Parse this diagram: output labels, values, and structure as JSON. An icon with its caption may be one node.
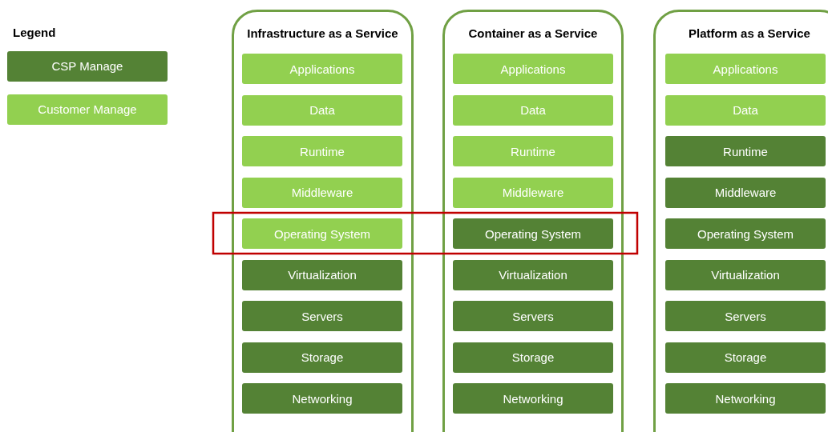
{
  "diagram": {
    "nodes": [
      {
        "text": [
          "Infrastructure as a Service"
        ]
      },
      {
        "text": [
          "Applications"
        ],
        "in": 0
      },
      {
        "text": [
          "Data"
        ],
        "in": 0
      },
      {
        "text": [
          "Runtime"
        ],
        "in": 0
      },
      {
        "text": [
          "Middleware"
        ],
        "in": 0
      },
      {
        "text": [
          "Operating System"
        ],
        "in": 0
      },
      {
        "text": [
          "Virtualization"
        ],
        "in": 0
      },
      {
        "text": [
          "Servers"
        ],
        "in": 0
      },
      {
        "text": [
          "Storage"
        ],
        "in": 0
      },
      {
        "text": [
          "Networking"
        ],
        "in": 0
      },
      {
        "text": [
          "Container as a Service"
        ]
      },
      {
        "text": [
          "Applications"
        ],
        "in": 10
      },
      {
        "text": [
          "Data"
        ],
        "in": 10
      },
      {
        "text": [
          "Runtime"
        ],
        "in": 10
      },
      {
        "text": [
          "Middleware"
        ],
        "in": 10
      },
      {
        "text": [
          "Operating System"
        ],
        "in": 10
      },
      {
        "text": [
          "Virtualization"
        ],
        "in": 10
      },
      {
        "text": [
          "Servers"
        ],
        "in": 10
      },
      {
        "text": [
          "Storage"
        ],
        "in": 10
      },
      {
        "text": [
          "Networking"
        ],
        "in": 10
      },
      {
        "text": [
          "Platform as a Service"
        ]
      },
      {
        "text": [
          "Applications"
        ],
        "in": 20
      },
      {
        "text": [
          "Data"
        ],
        "in": 20
      },
      {
        "text": [
          "Runtime"
        ],
        "in": 20
      },
      {
        "text": [
          "Middleware"
        ],
        "in": 20
      },
      {
        "text": [
          "Operating System"
        ],
        "in": 20
      },
      {
        "text": [
          "Virtualization"
        ],
        "in": 20
      },
      {
        "text": [
          "Servers"
        ],
        "in": 20
      },
      {
        "text": [
          "Storage"
        ],
        "in": 20
      },
      {
        "text": [
          "Networking"
        ],
        "in": 20
      }
    ],
    "labels": [
      "Legend"
    ],
    "legend": [
      {
        "text": "CSP Manage",
        "color": "#548235"
      },
      {
        "text": "Customer Manage",
        "color": "#92d050"
      }
    ]
  }
}
